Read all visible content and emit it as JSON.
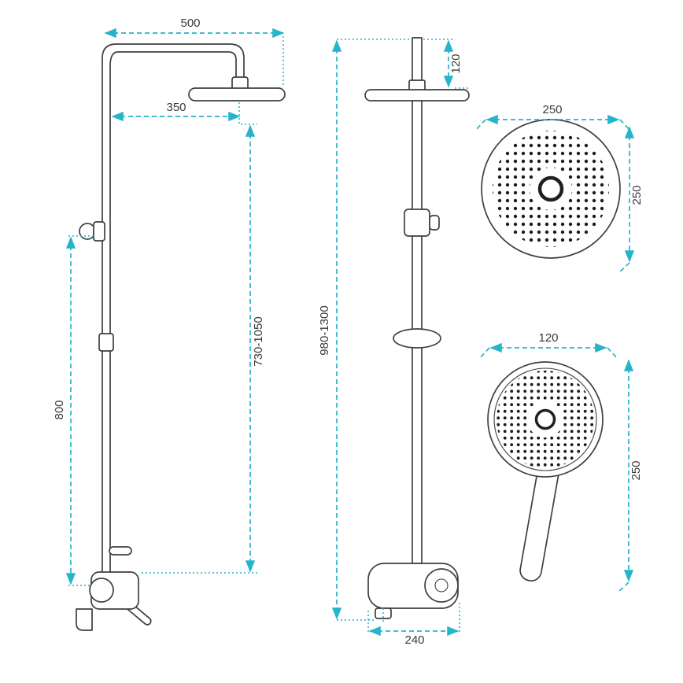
{
  "diagram": {
    "colors": {
      "dimension": "#25b4c9",
      "outline": "#3f3f3f",
      "text": "#3a3a3a"
    },
    "views": {
      "side": {
        "arm_width": "500",
        "head_offset": "350",
        "riser_range": "730-1050",
        "bracket_height": "800"
      },
      "front": {
        "head_drop": "120",
        "total_height": "980-1300",
        "mixer_width": "240"
      },
      "overhead_top": {
        "width": "250",
        "height": "250"
      },
      "hand_shower": {
        "width": "120",
        "length": "250"
      }
    }
  }
}
